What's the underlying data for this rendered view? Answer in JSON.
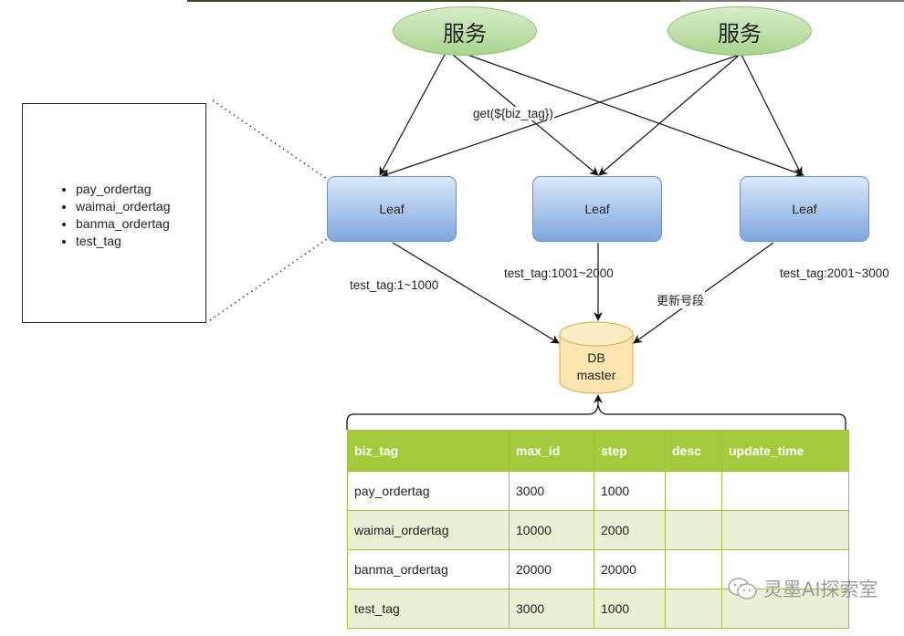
{
  "services": [
    {
      "label": "服务"
    },
    {
      "label": "服务"
    }
  ],
  "edge_labels": {
    "get_call": "get(${biz_tag})",
    "leaf1_db": "test_tag:1~1000",
    "leaf2_db": "test_tag:1001~2000",
    "leaf3_db": "test_tag:2001~3000",
    "update_segment": "更新号段"
  },
  "leaves": [
    {
      "label": "Leaf"
    },
    {
      "label": "Leaf"
    },
    {
      "label": "Leaf"
    }
  ],
  "tag_list": [
    "pay_ordertag",
    "waimai_ordertag",
    "banma_ordertag",
    "test_tag"
  ],
  "database": {
    "line1": "DB",
    "line2": "master"
  },
  "table": {
    "headers": [
      "biz_tag",
      "max_id",
      "step",
      "desc",
      "update_time"
    ],
    "rows": [
      [
        "pay_ordertag",
        "3000",
        "1000",
        "",
        ""
      ],
      [
        "waimai_ordertag",
        "10000",
        "2000",
        "",
        ""
      ],
      [
        "banma_ordertag",
        "20000",
        "20000",
        "",
        ""
      ],
      [
        "test_tag",
        "3000",
        "1000",
        "",
        ""
      ]
    ],
    "header_color": "#a5c93d",
    "stripe_color": "#e9f1d5"
  },
  "watermark": {
    "text": "灵墨AI探索室",
    "icon": "wechat-icon"
  },
  "colors": {
    "service_fill": "#b8dea2",
    "leaf_fill": "#a9c4ec",
    "db_fill": "#fbe6b0"
  }
}
